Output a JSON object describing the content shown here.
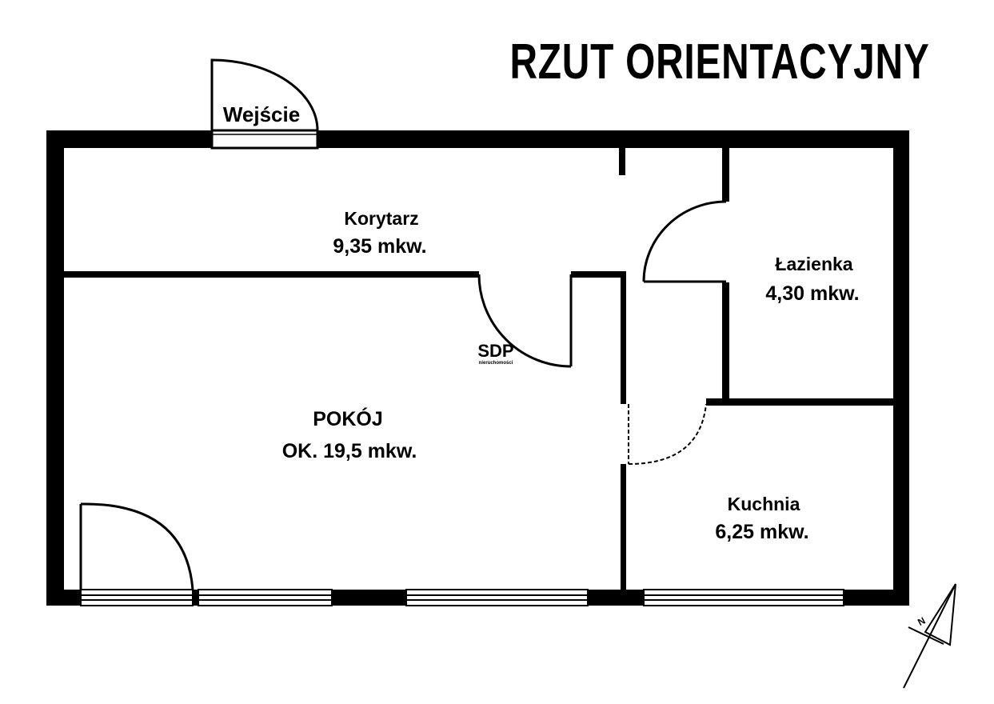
{
  "title": "RZUT ORIENTACYJNY",
  "entrance": {
    "label": "Wejście"
  },
  "rooms": [
    {
      "id": "korytarz",
      "name": "Korytarz",
      "area": "9,35 mkw."
    },
    {
      "id": "lazienka",
      "name": "Łazienka",
      "area": "4,30 mkw."
    },
    {
      "id": "pokoj",
      "name": "POKÓJ",
      "area": "OK. 19,5 mkw."
    },
    {
      "id": "kuchnia",
      "name": "Kuchnia",
      "area": "6,25 mkw."
    }
  ],
  "compass": {
    "letter": "N"
  },
  "watermark": {
    "text": "SDP",
    "subtext": "nieruchomości"
  },
  "colors": {
    "wall": "#000000",
    "background": "#ffffff",
    "watermark": "#f3c9c3"
  }
}
